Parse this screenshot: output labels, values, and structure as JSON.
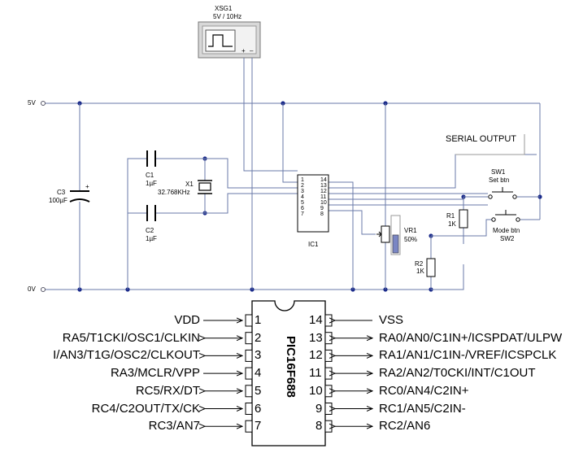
{
  "schematic": {
    "generator": {
      "name": "XSG1",
      "spec": "5V / 10Hz",
      "plus": "+",
      "minus": "–"
    },
    "rail_5v": "5V",
    "rail_0v": "0V",
    "serial_output": "SERIAL OUTPUT",
    "c3": {
      "name": "C3",
      "value": "100µF",
      "polarity": "+"
    },
    "c1": {
      "name": "C1",
      "value": "1µF"
    },
    "c2": {
      "name": "C2",
      "value": "1µF"
    },
    "x1": {
      "name": "X1",
      "value": "32.768KHz"
    },
    "ic1": {
      "name": "IC1",
      "pins_left": [
        "1",
        "2",
        "3",
        "4",
        "5",
        "6",
        "7"
      ],
      "pins_right": [
        "14",
        "13",
        "12",
        "11",
        "10",
        "9",
        "8"
      ]
    },
    "vr1": {
      "name": "VR1",
      "value": "50%"
    },
    "r1": {
      "name": "R1",
      "value": "1K"
    },
    "r2": {
      "name": "R2",
      "value": "1K"
    },
    "sw1": {
      "name": "SW1",
      "label": "Set btn"
    },
    "sw2": {
      "name": "SW2",
      "label": "Mode btn"
    }
  },
  "pinout": {
    "chip_name": "PIC16F688",
    "left": [
      {
        "num": "1",
        "label": "VDD"
      },
      {
        "num": "2",
        "label": "RA5/T1CKI/OSC1/CLKIN"
      },
      {
        "num": "3",
        "label": "I/AN3/T1G/OSC2/CLKOUT"
      },
      {
        "num": "4",
        "label": "RA3/MCLR/VPP"
      },
      {
        "num": "5",
        "label": "RC5/RX/DT"
      },
      {
        "num": "6",
        "label": "RC4/C2OUT/TX/CK"
      },
      {
        "num": "7",
        "label": "RC3/AN7"
      }
    ],
    "right": [
      {
        "num": "14",
        "label": "VSS"
      },
      {
        "num": "13",
        "label": "RA0/AN0/C1IN+/ICSPDAT/ULPW"
      },
      {
        "num": "12",
        "label": "RA1/AN1/C1IN-/VREF/ICSPCLK"
      },
      {
        "num": "11",
        "label": "RA2/AN2/T0CKI/INT/C1OUT"
      },
      {
        "num": "10",
        "label": "RC0/AN4/C2IN+"
      },
      {
        "num": "9",
        "label": "RC1/AN5/C2IN-"
      },
      {
        "num": "8",
        "label": "RC2/AN6"
      }
    ]
  }
}
